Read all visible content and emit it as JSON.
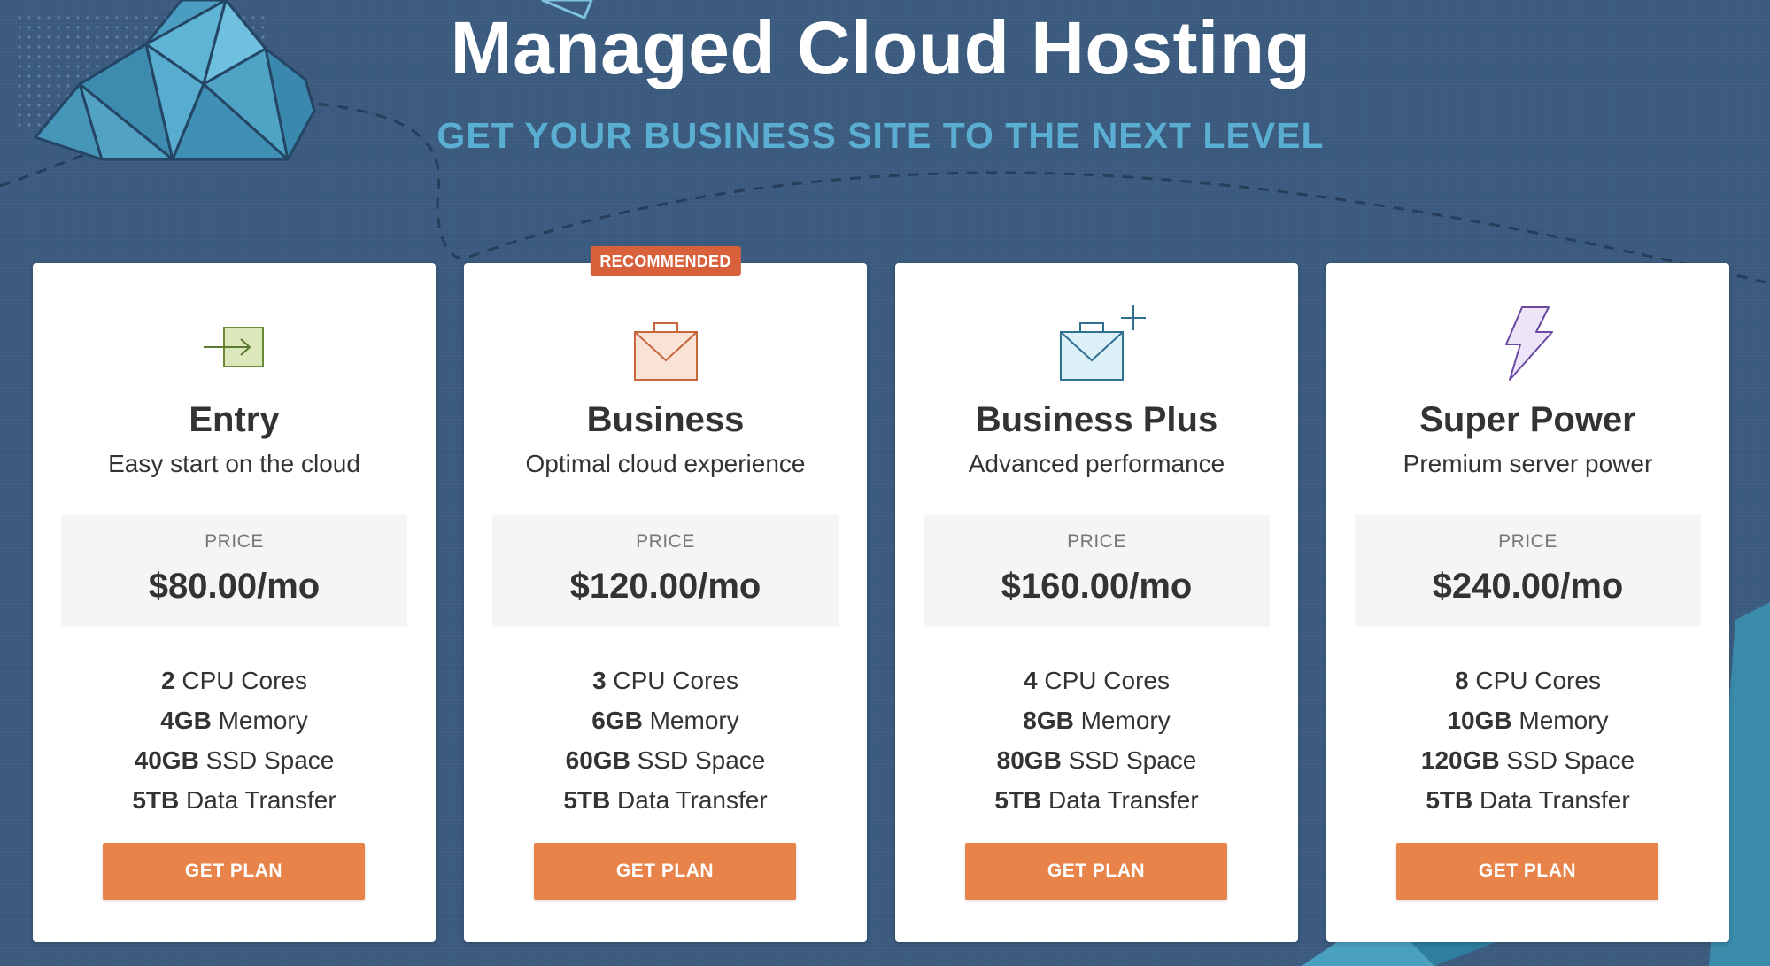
{
  "hero": {
    "title": "Managed Cloud Hosting",
    "subtitle": "GET YOUR BUSINESS SITE TO THE NEXT LEVEL"
  },
  "plans": [
    {
      "name": "Entry",
      "tagline": "Easy start on the cloud",
      "price_label": "PRICE",
      "price": "$80.00/mo",
      "icon": "login-arrow-icon",
      "features": [
        {
          "value": "2",
          "label": " CPU Cores"
        },
        {
          "value": "4GB",
          "label": " Memory"
        },
        {
          "value": "40GB",
          "label": " SSD Space"
        },
        {
          "value": "5TB",
          "label": " Data Transfer"
        }
      ],
      "button": "GET PLAN"
    },
    {
      "name": "Business",
      "tagline": "Optimal cloud experience",
      "price_label": "PRICE",
      "price": "$120.00/mo",
      "icon": "envelope-briefcase-icon",
      "badge": "RECOMMENDED",
      "features": [
        {
          "value": "3",
          "label": " CPU Cores"
        },
        {
          "value": "6GB",
          "label": " Memory"
        },
        {
          "value": "60GB",
          "label": " SSD Space"
        },
        {
          "value": "5TB",
          "label": " Data Transfer"
        }
      ],
      "button": "GET PLAN"
    },
    {
      "name": "Business Plus",
      "tagline": "Advanced performance",
      "price_label": "PRICE",
      "price": "$160.00/mo",
      "icon": "envelope-plus-icon",
      "features": [
        {
          "value": "4",
          "label": " CPU Cores"
        },
        {
          "value": "8GB",
          "label": " Memory"
        },
        {
          "value": "80GB",
          "label": " SSD Space"
        },
        {
          "value": "5TB",
          "label": " Data Transfer"
        }
      ],
      "button": "GET PLAN"
    },
    {
      "name": "Super Power",
      "tagline": "Premium server power",
      "price_label": "PRICE",
      "price": "$240.00/mo",
      "icon": "lightning-bolt-icon",
      "features": [
        {
          "value": "8",
          "label": " CPU Cores"
        },
        {
          "value": "10GB",
          "label": " Memory"
        },
        {
          "value": "120GB",
          "label": " SSD Space"
        },
        {
          "value": "5TB",
          "label": " Data Transfer"
        }
      ],
      "button": "GET PLAN"
    }
  ],
  "colors": {
    "background": "#3b5b7f",
    "subtitle": "#5aaed1",
    "button": "#e8834a",
    "badge": "#d8613c"
  }
}
